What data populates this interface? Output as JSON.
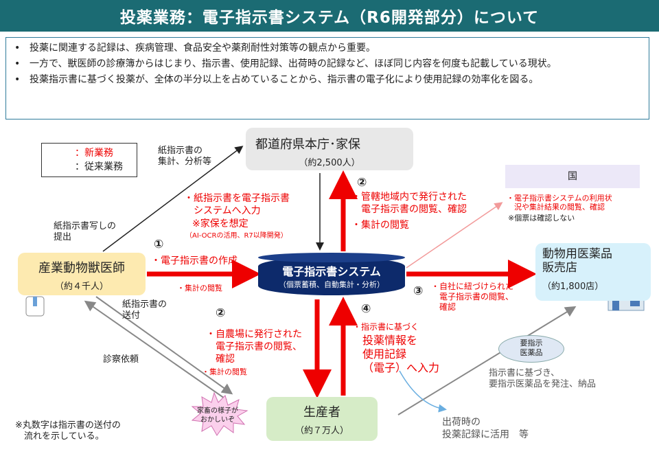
{
  "title": "投薬業務：電子指示書システム（R6開発部分）について",
  "summary": [
    "投薬に関連する記録は、疾病管理、食品安全や薬剤耐性対策等の観点から重要。",
    "一方で、獣医師の診療簿からはじまり、指示書、使用記録、出荷時の記録など、ほぼ同じ内容を何度も記載している現状。",
    "投薬指示書に基づく投薬が、全体の半分以上を占めていることから、指示書の電子化により使用記録の効率化を図る。"
  ],
  "legend": {
    "new": "：新業務",
    "old": "：従来業務"
  },
  "nodes": {
    "pref": {
      "name": "都道府県本庁･家保",
      "count": "（約2,500人）"
    },
    "vet": {
      "name": "産業動物獣医師",
      "count": "（約４千人）"
    },
    "system": {
      "name": "電子指示書システム",
      "sub": "（個票蓄積、自動集計・分析）"
    },
    "shop": {
      "name1": "動物用医薬品",
      "name2": "販売店",
      "count": "（約1,800店）"
    },
    "farmer": {
      "name": "生産者",
      "count": "（約７万人）"
    },
    "kuni": {
      "name": "国"
    }
  },
  "labels": {
    "paper_agg": "紙指示書の\n集計、分析等",
    "paper_copy": "紙指示書写しの\n提出",
    "input1": "・紙指示書を電子指示書\n　システムへ入力",
    "input2": "※家保を想定",
    "input3": "（AI-OCRの活用、R7以降開発）",
    "n1": "①",
    "create": "・電子指示書の作成",
    "agg_view_vet": "・集計の閲覧",
    "n2a": "②",
    "area_view": "・管轄地域内で発行された\n　電子指示書の閲覧、確認",
    "agg_view_pref": "・集計の閲覧",
    "kuni_note": "・電子指示書システムの利用状\n　況や集計結果の閲覧、確認",
    "kuni_note2": "※個票は確認しない",
    "n3": "③",
    "shop_view": "・自社に紐づけられた\n　電子指示書の閲覧、\n　確認",
    "paper_send": "紙指示書の\n送付",
    "n2b": "②",
    "farm_view": "・自農場に発行された\n　電子指示書の閲覧、\n　確認",
    "agg_view_farm": "・集計の閲覧",
    "n4": "④",
    "drug_info1": "・指示書に基づく",
    "drug_info2": "投薬情報を\n使用記録\n（電子）へ入力",
    "consult": "診察依頼",
    "yoshiji": "要指示\n医薬品",
    "order": "指示書に基づき、\n要指示医薬品を発注、納品",
    "ship": "出荷時の\n投薬記録に活用　等",
    "burst": "家畜の様子が\nおかしいぞ",
    "footnote": "※丸数字は指示書の送付の\n　流れを示している。"
  },
  "colors": {
    "title_bg": "#1b6b73",
    "new": "#e00000",
    "old": "#111111",
    "system": "#0d2a6b"
  },
  "icons": [
    "person-icon",
    "doctor-icon",
    "farmer-icon",
    "pharmacy-icon"
  ]
}
